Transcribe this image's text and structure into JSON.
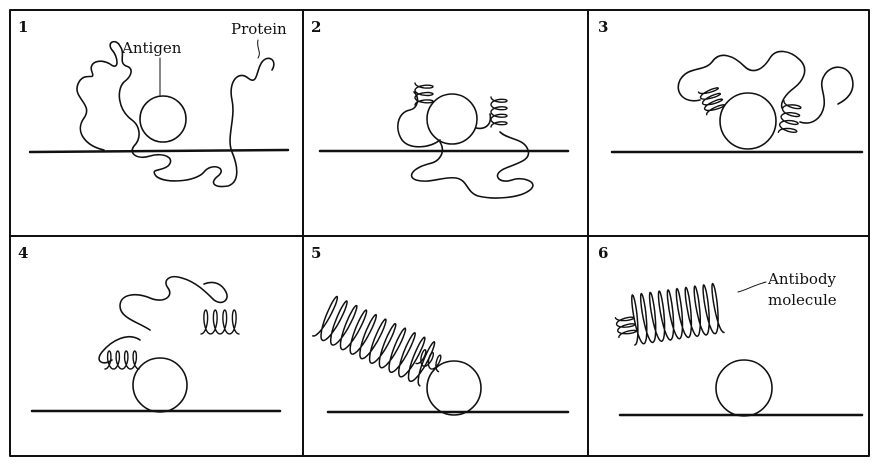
{
  "panels": [
    {
      "number": "1",
      "labels": {
        "antigen": "Antigen",
        "protein": "Protein"
      }
    },
    {
      "number": "2"
    },
    {
      "number": "3"
    },
    {
      "number": "4"
    },
    {
      "number": "5"
    },
    {
      "number": "6",
      "labels": {
        "antibody_line1": "Antibody",
        "antibody_line2": "molecule"
      }
    }
  ]
}
